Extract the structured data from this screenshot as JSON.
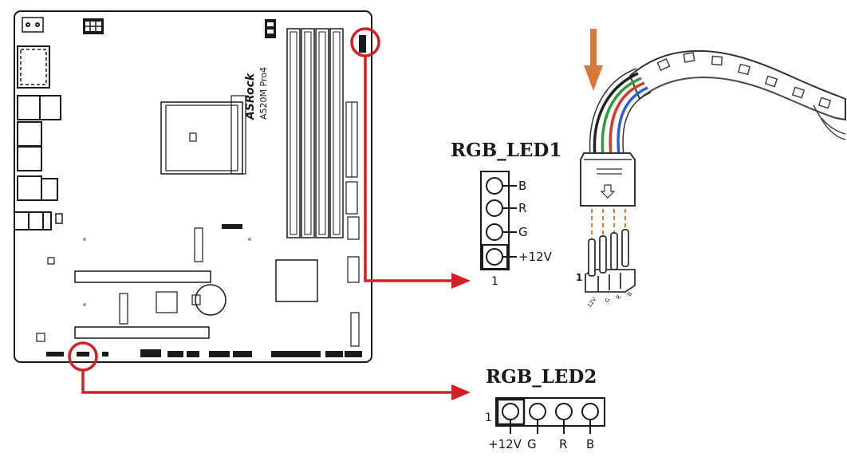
{
  "board": {
    "brand": "ASRock",
    "model": "A520M Pro4"
  },
  "header1": {
    "title": "RGB_LED1",
    "pins": [
      "B",
      "R",
      "G",
      "+12V"
    ],
    "pin1_marker": "1"
  },
  "header2": {
    "title": "RGB_LED2",
    "pins": [
      "+12V",
      "G",
      "R",
      "B"
    ],
    "pin1_marker": "1"
  },
  "connector": {
    "pin1_marker": "1",
    "pin_labels": [
      "12V",
      "G",
      "R",
      "B"
    ]
  },
  "colors": {
    "callout": "#d32027",
    "arrow": "#d9783a",
    "board_line": "#1a1a1a",
    "wire_blue": "#2f5fd0",
    "wire_red": "#d23a2a",
    "wire_green": "#2f9a3a",
    "wire_black": "#222222"
  }
}
